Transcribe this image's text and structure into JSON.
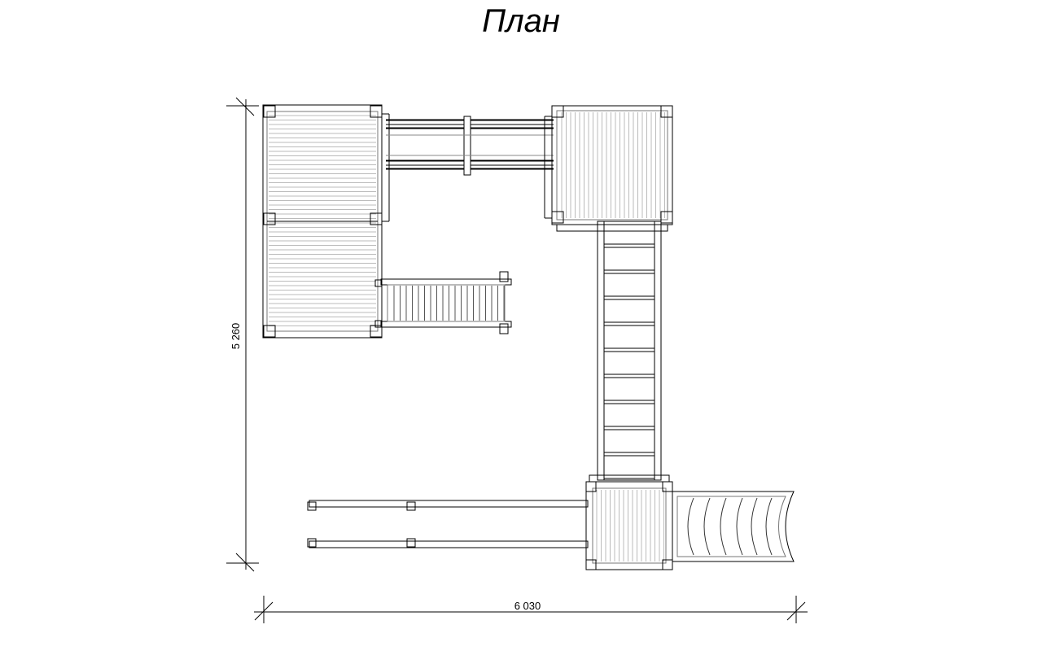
{
  "title": "План",
  "dimensions": {
    "height_label": "5 260",
    "width_label": "6 030"
  }
}
